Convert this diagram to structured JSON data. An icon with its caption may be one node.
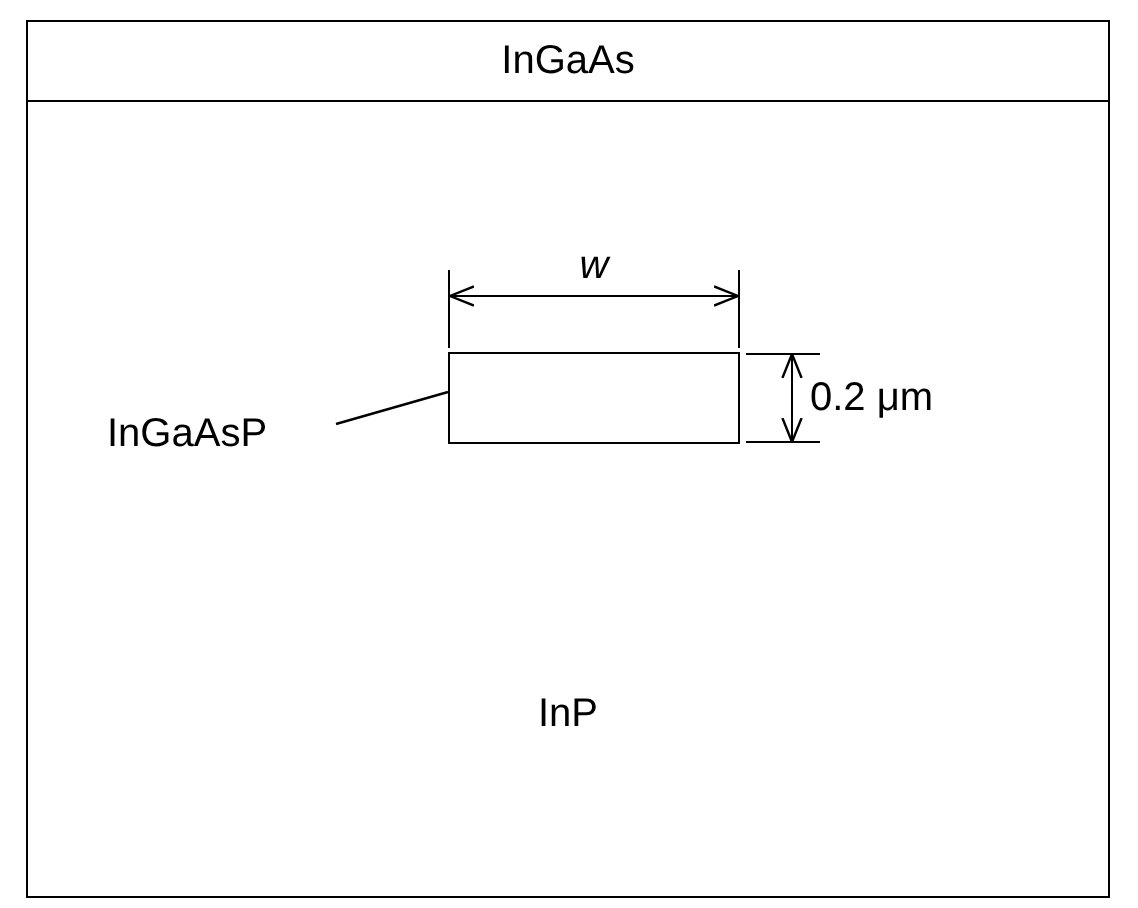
{
  "diagram": {
    "nodes": [
      {
        "text": [
          "InGaAs"
        ]
      },
      {
        "text": [
          "InP"
        ]
      },
      {
        "text": [],
        "shape": "box",
        "in": 1
      },
      {
        "text": [
          "InGaAsP"
        ],
        "in": 1
      }
    ],
    "edges": [
      {
        "from": 3,
        "to": 2,
        "arrow": "none"
      }
    ],
    "labels": [
      "*w*",
      "0.2 μm"
    ]
  }
}
